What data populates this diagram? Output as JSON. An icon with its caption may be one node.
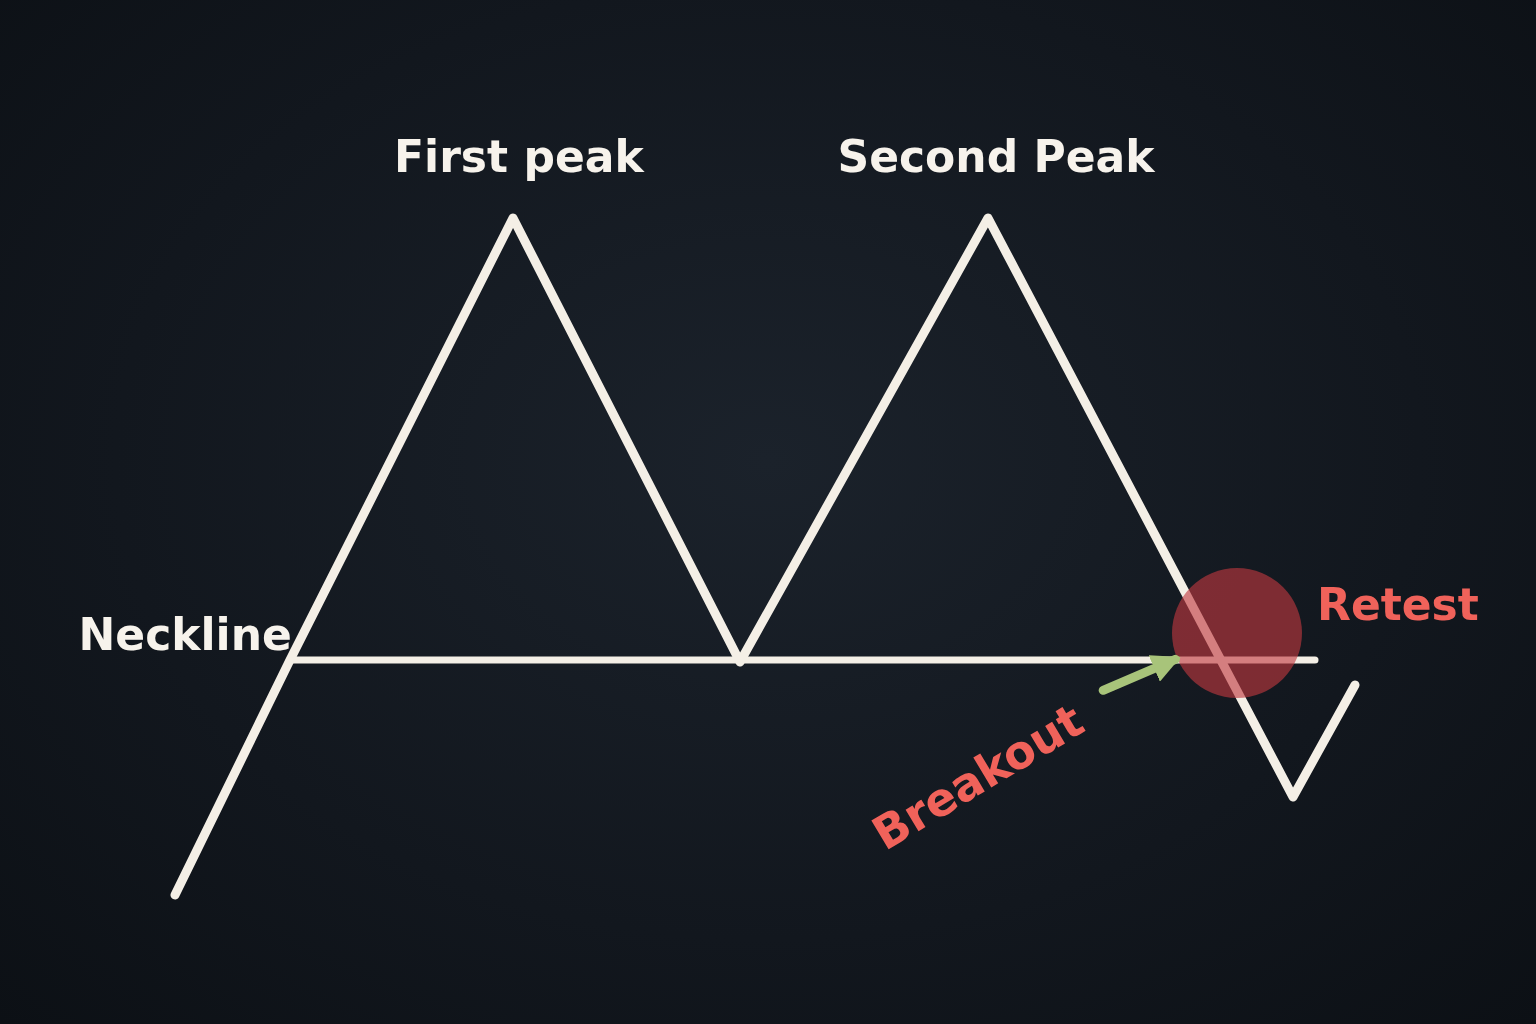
{
  "diagram": {
    "nodes": [
      {
        "text": [
          "Breakout"
        ]
      },
      {
        "text": [],
        "shape": "circle",
        "beside": [
          "Retest"
        ]
      }
    ],
    "edges": [
      {
        "from": 0,
        "to": 1,
        "arrow": "to",
        "color": "#a8c47a"
      }
    ],
    "labels": [
      "First peak",
      "Second Peak",
      "Neckline"
    ]
  }
}
